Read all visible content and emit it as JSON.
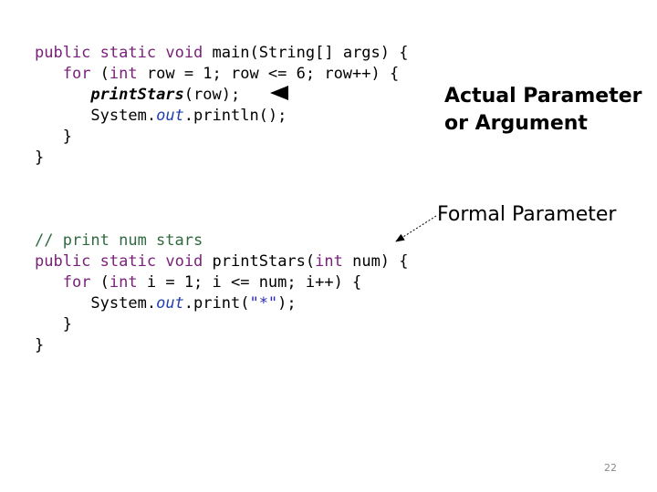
{
  "code_block_1": {
    "line_1": {
      "kw1": "public",
      "kw2": "static",
      "kw3": "void",
      "rest": "main(String[] args) {"
    },
    "line_2": {
      "indent": "   ",
      "kw": "for",
      "sp": " (",
      "kw_int": "int",
      "rest": " row = 1; row <= 6; row++) {"
    },
    "line_3": {
      "indent": "      ",
      "call": "printStars",
      "rest": "(row);"
    },
    "line_4": {
      "indent": "      ",
      "obj": "System.",
      "field": "out",
      "rest": ".println();"
    },
    "line_5": {
      "indent": "   ",
      "text": "}"
    },
    "line_6": {
      "text": "}"
    }
  },
  "code_block_2": {
    "comment": "// print num stars",
    "line_1": {
      "kw1": "public",
      "kw2": "static",
      "kw3": "void",
      "rest": "printStars(",
      "kw_int": "int",
      "rest2": " num) {"
    },
    "line_2": {
      "indent": "   ",
      "kw": "for",
      "sp": " (",
      "kw_int": "int",
      "rest": " i = 1; i <= num; i++) {"
    },
    "line_3": {
      "indent": "      ",
      "obj": "System.",
      "field": "out",
      "rest": ".print(",
      "str": "\"*\"",
      "rest2": ");"
    },
    "line_4": {
      "indent": "   ",
      "text": "}"
    },
    "line_5": {
      "text": "}"
    }
  },
  "annotations": {
    "actual_line_1": "Actual Parameter",
    "actual_line_2": "or Argument",
    "formal": "Formal Parameter"
  },
  "page_number": "22",
  "colors": {
    "keyword": "#7a1f7a",
    "comment": "#2e6b40",
    "field": "#1f3fb0",
    "string": "#2a2ab8"
  }
}
